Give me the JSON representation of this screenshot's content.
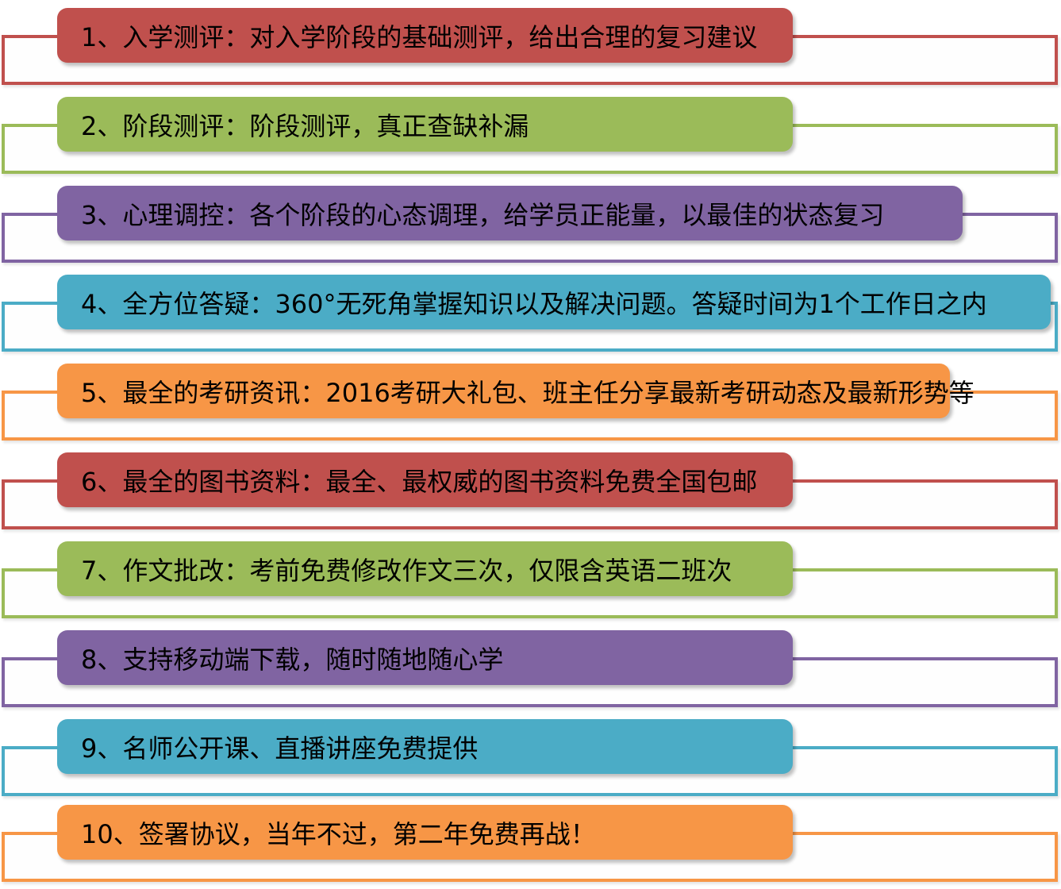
{
  "diagram": {
    "type": "numbered-feature-list",
    "item_count": 10,
    "text_color": "#000000",
    "background_color": "#ffffff",
    "palette": [
      "#C0504D",
      "#9BBB59",
      "#8064A2",
      "#4BACC6",
      "#F79646"
    ]
  },
  "items": [
    {
      "number": "1",
      "label": "1、入学测评：对入学阶段的基础测评，给出合理的复习建议",
      "color": "#C0504D"
    },
    {
      "number": "2",
      "label": "2、阶段测评：阶段测评，真正查缺补漏",
      "color": "#9BBB59"
    },
    {
      "number": "3",
      "label": "3、心理调控：各个阶段的心态调理，给学员正能量，以最佳的状态复习",
      "color": "#8064A2"
    },
    {
      "number": "4",
      "label": "4、全方位答疑：360°无死角掌握知识以及解决问题。答疑时间为1个工作日之内",
      "color": "#4BACC6"
    },
    {
      "number": "5",
      "label": "5、最全的考研资讯：2016考研大礼包、班主任分享最新考研动态及最新形势等",
      "color": "#F79646"
    },
    {
      "number": "6",
      "label": "6、最全的图书资料：最全、最权威的图书资料免费全国包邮",
      "color": "#C0504D"
    },
    {
      "number": "7",
      "label": "7、作文批改：考前免费修改作文三次，仅限含英语二班次",
      "color": "#9BBB59"
    },
    {
      "number": "8",
      "label": "8、支持移动端下载，随时随地随心学",
      "color": "#8064A2"
    },
    {
      "number": "9",
      "label": "9、名师公开课、直播讲座免费提供",
      "color": "#4BACC6"
    },
    {
      "number": "10",
      "label": "10、签署协议，当年不过，第二年免费再战！",
      "color": "#F79646"
    }
  ]
}
